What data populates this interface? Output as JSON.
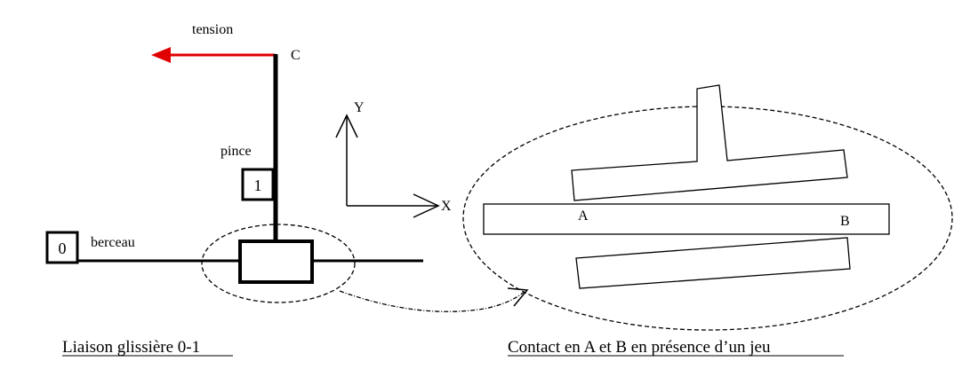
{
  "labels": {
    "tension": "tension",
    "point_c": "C",
    "pince": "pince",
    "part_1": "1",
    "part_0": "0",
    "berceau": "berceau",
    "axis_y": "Y",
    "axis_x": "X",
    "point_a": "A",
    "point_b": "B"
  },
  "captions": {
    "left": "Liaison glissière 0-1",
    "right": "Contact en A et B en présence d’un jeu"
  },
  "colors": {
    "tension_arrow": "#e00000",
    "ink": "#000000"
  }
}
